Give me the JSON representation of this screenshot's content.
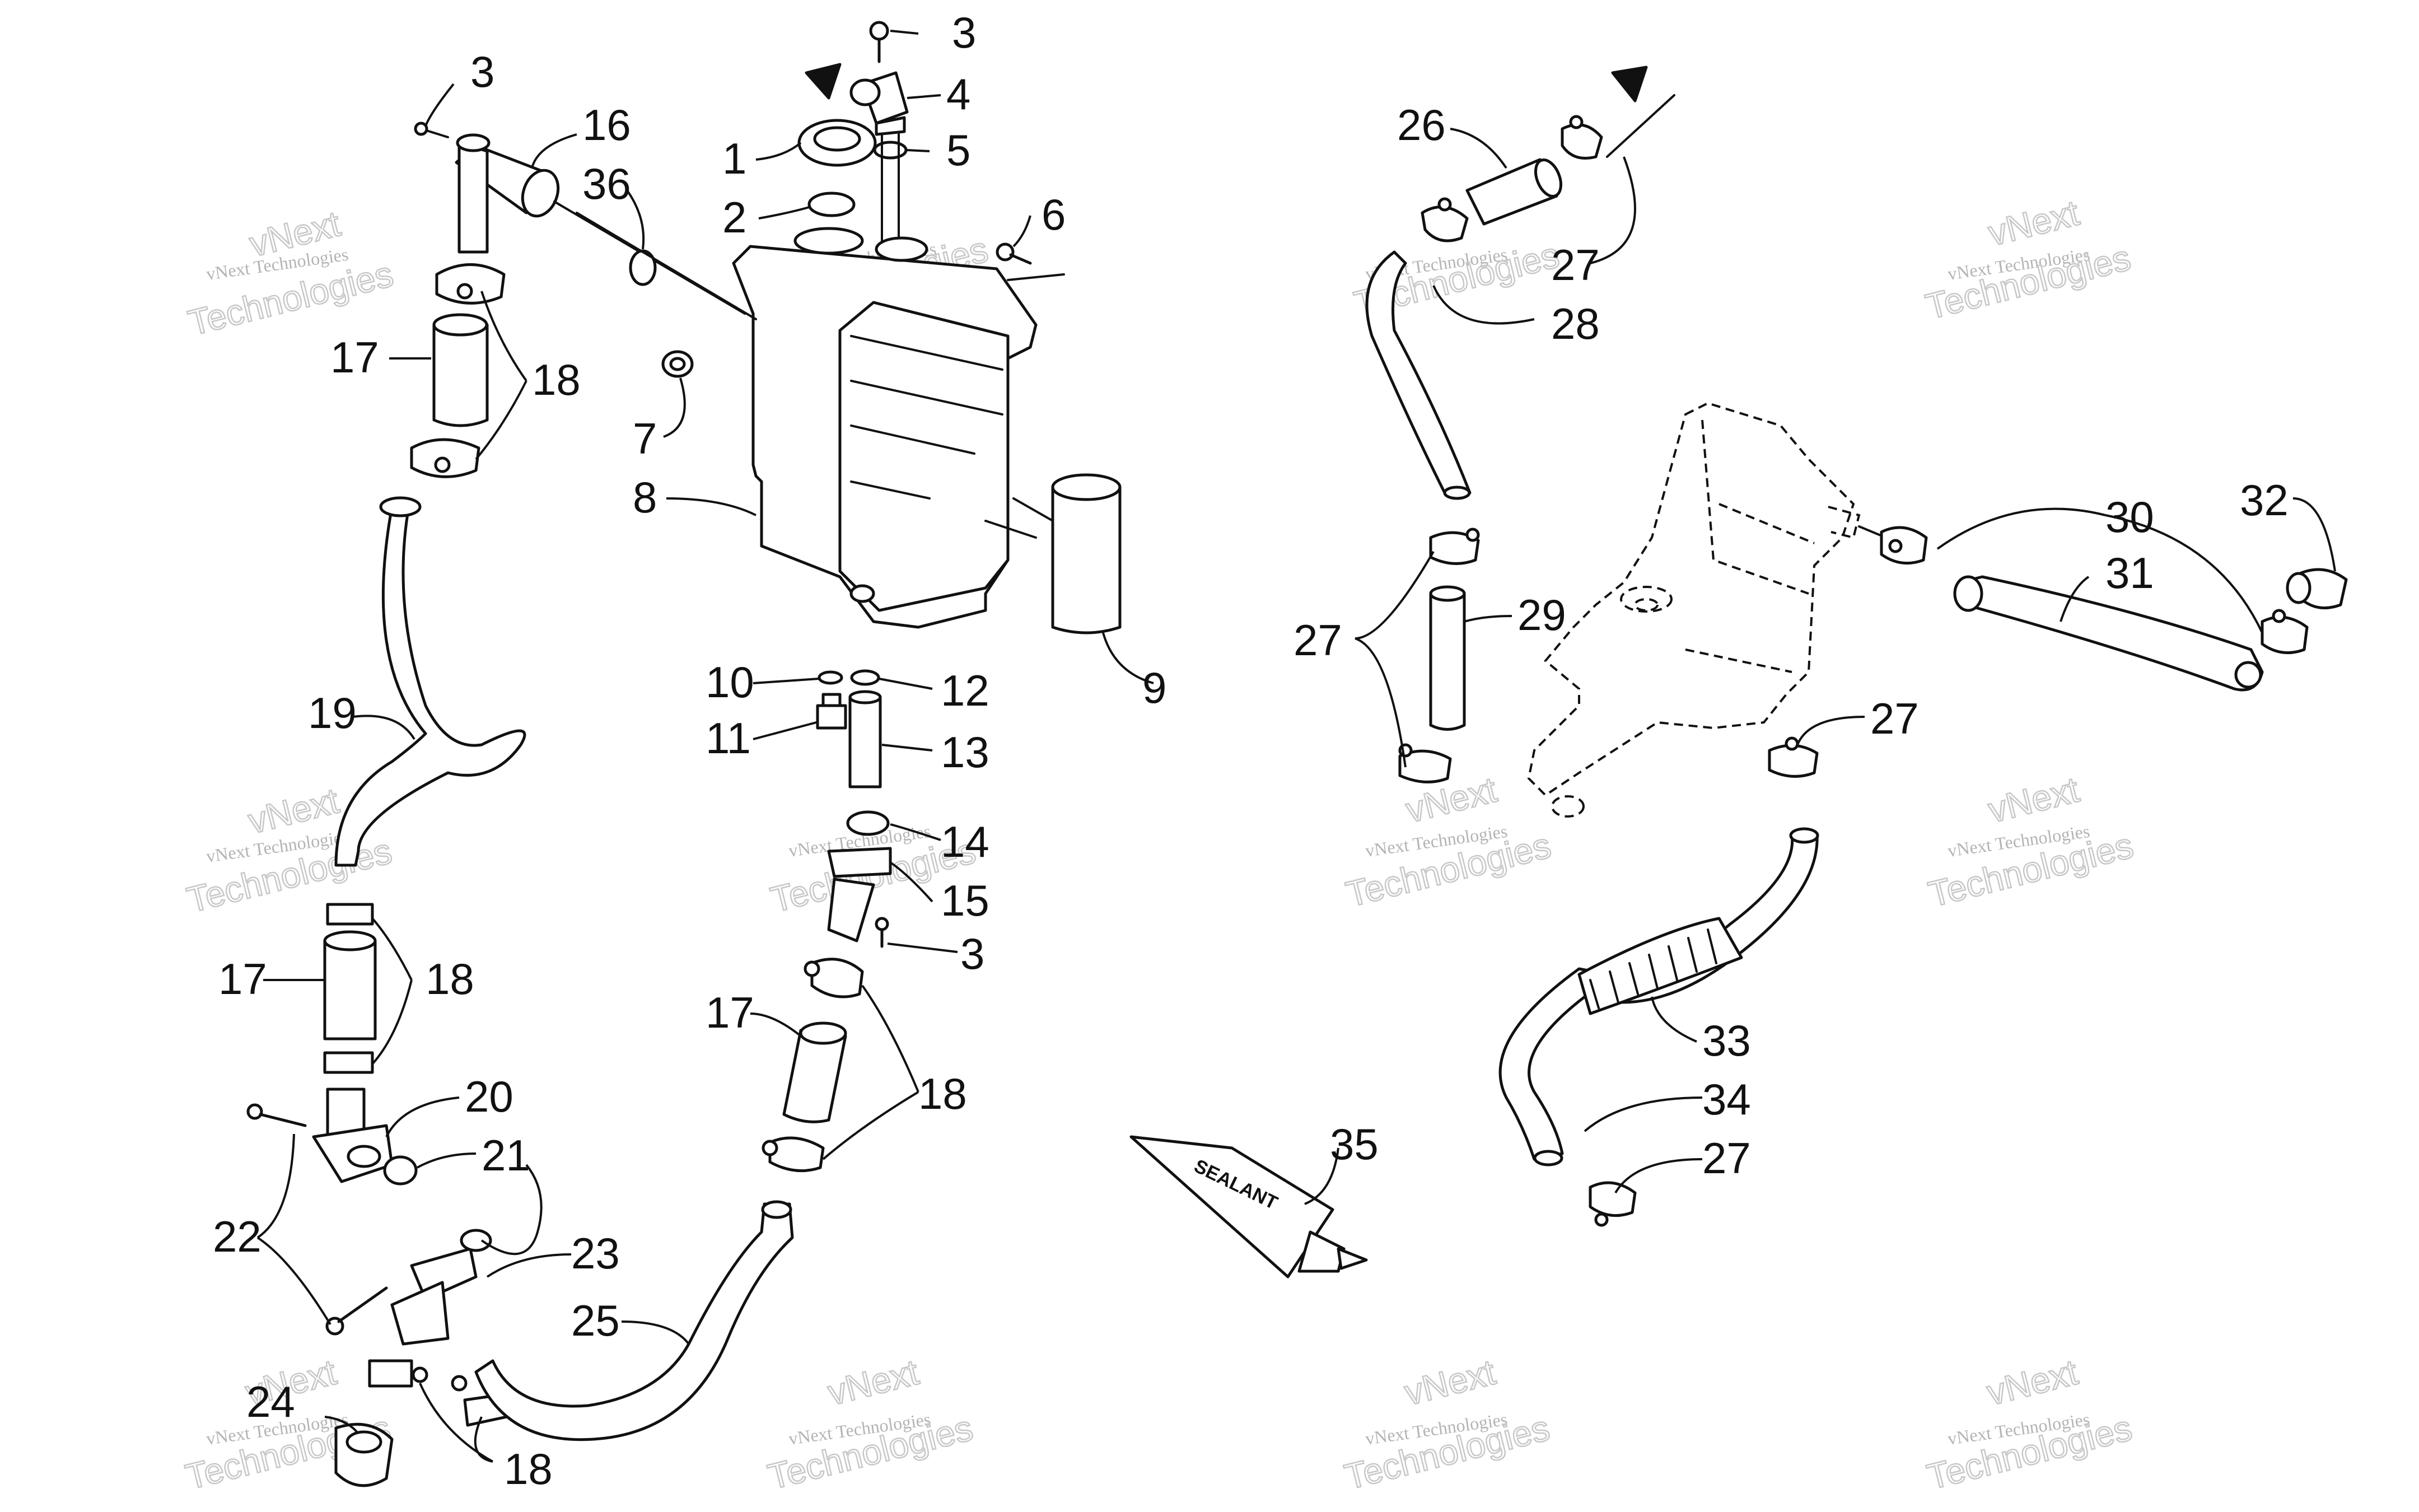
{
  "watermark": {
    "small": "vNext Technologies",
    "big_line1": "vNext",
    "big_line2": "Technologies"
  },
  "sealant_label": "SEALANT",
  "callouts": [
    {
      "id": "c3a",
      "text": "3"
    },
    {
      "id": "c16",
      "text": "16"
    },
    {
      "id": "c36",
      "text": "36"
    },
    {
      "id": "c17a",
      "text": "17"
    },
    {
      "id": "c18a",
      "text": "18"
    },
    {
      "id": "c19",
      "text": "19"
    },
    {
      "id": "c17b",
      "text": "17"
    },
    {
      "id": "c18b",
      "text": "18"
    },
    {
      "id": "c20",
      "text": "20"
    },
    {
      "id": "c21",
      "text": "21"
    },
    {
      "id": "c22",
      "text": "22"
    },
    {
      "id": "c23",
      "text": "23"
    },
    {
      "id": "c24",
      "text": "24"
    },
    {
      "id": "c18c",
      "text": "18"
    },
    {
      "id": "c25",
      "text": "25"
    },
    {
      "id": "c3b",
      "text": "3"
    },
    {
      "id": "c4",
      "text": "4"
    },
    {
      "id": "c5",
      "text": "5"
    },
    {
      "id": "c1",
      "text": "1"
    },
    {
      "id": "c2",
      "text": "2"
    },
    {
      "id": "c6",
      "text": "6"
    },
    {
      "id": "c7",
      "text": "7"
    },
    {
      "id": "c8",
      "text": "8"
    },
    {
      "id": "c9",
      "text": "9"
    },
    {
      "id": "c10",
      "text": "10"
    },
    {
      "id": "c11",
      "text": "11"
    },
    {
      "id": "c12",
      "text": "12"
    },
    {
      "id": "c13",
      "text": "13"
    },
    {
      "id": "c14",
      "text": "14"
    },
    {
      "id": "c15",
      "text": "15"
    },
    {
      "id": "c3c",
      "text": "3"
    },
    {
      "id": "c17c",
      "text": "17"
    },
    {
      "id": "c18d",
      "text": "18"
    },
    {
      "id": "c26",
      "text": "26"
    },
    {
      "id": "c27a",
      "text": "27"
    },
    {
      "id": "c28",
      "text": "28"
    },
    {
      "id": "c27b",
      "text": "27"
    },
    {
      "id": "c29",
      "text": "29"
    },
    {
      "id": "c30",
      "text": "30"
    },
    {
      "id": "c31",
      "text": "31"
    },
    {
      "id": "c32",
      "text": "32"
    },
    {
      "id": "c27c",
      "text": "27"
    },
    {
      "id": "c33",
      "text": "33"
    },
    {
      "id": "c34",
      "text": "34"
    },
    {
      "id": "c27d",
      "text": "27"
    },
    {
      "id": "c35",
      "text": "35"
    }
  ]
}
